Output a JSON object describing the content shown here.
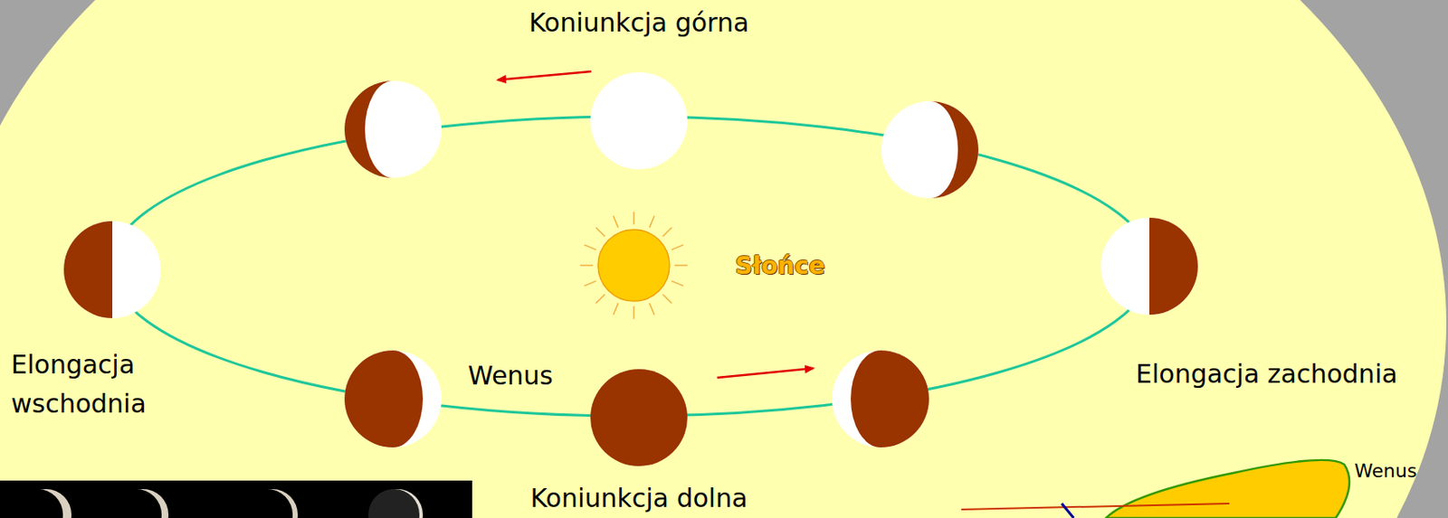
{
  "diagram": {
    "labels": [
      "Koniunkcja górna",
      "Słońce",
      "Elongacja wschodnia",
      "Wenus",
      "Elongacja zachodnia",
      "Koniunkcja dolna",
      "Wenus"
    ]
  }
}
